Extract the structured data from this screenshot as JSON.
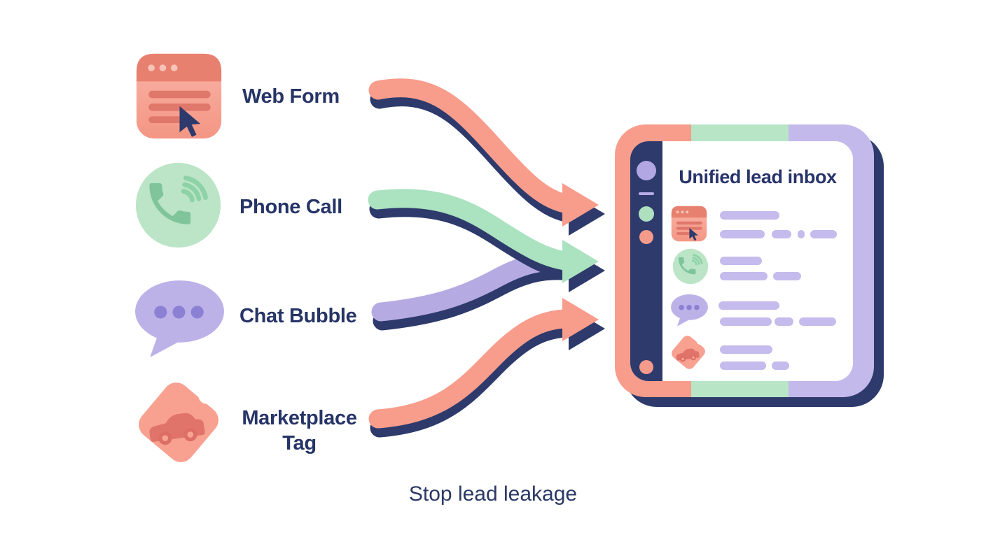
{
  "caption": "Stop lead leakage",
  "sources": [
    {
      "label": "Web Form",
      "icon": "web-form-icon",
      "arrow_color": "#F89C8B"
    },
    {
      "label": "Phone Call",
      "icon": "phone-call-icon",
      "arrow_color": "#ABE2C0"
    },
    {
      "label": "Chat Bubble",
      "icon": "chat-bubble-icon",
      "arrow_color": "#B6AAE3"
    },
    {
      "label": "Marketplace Tag",
      "icon": "marketplace-tag-icon",
      "arrow_color": "#F89C8B"
    }
  ],
  "inbox": {
    "title": "Unified lead inbox",
    "rows": [
      {
        "icon": "web-form-icon"
      },
      {
        "icon": "phone-call-icon"
      },
      {
        "icon": "chat-bubble-icon"
      },
      {
        "icon": "marketplace-tag-icon"
      }
    ],
    "sidebar_dot_colors": [
      "#B3A7E3",
      "#AEE0BF",
      "#F49B8C",
      "#F49B8C"
    ]
  },
  "colors": {
    "navy": "#2D3A6B",
    "text_navy": "#263467",
    "salmon": "#F89C8B",
    "salmon_dark": "#E8806F",
    "green_light": "#BBE5C6",
    "green_dark": "#7FC49B",
    "lavender": "#BDB2E8",
    "lavender_dark": "#8C80D5",
    "skeleton_pill": "#C5BBEC",
    "panel_border_green": "#B7E5C6",
    "panel_border_purple": "#C4B9EB",
    "background": "#FFFFFF"
  }
}
